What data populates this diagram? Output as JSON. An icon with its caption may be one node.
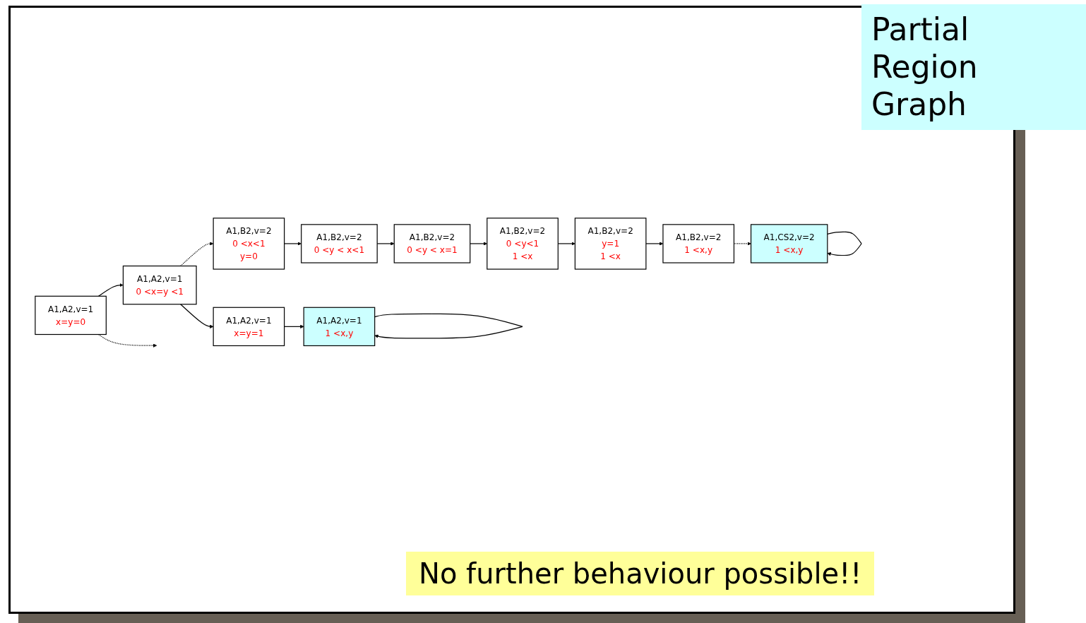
{
  "diagram": {
    "title": "Partial Region Graph",
    "nodes": [
      {
        "text": [
          "A1,A2,v=1",
          "x=y=0"
        ]
      },
      {
        "text": [
          "A1,A2,v=1",
          "0 <x=y <1"
        ]
      },
      {
        "text": [
          "A1,A2,v=1",
          "x=y=1"
        ]
      },
      {
        "text": [
          "A1,A2,v=1",
          "1 <x,y"
        ]
      },
      {
        "text": [
          "A1,B2,v=2",
          "0 <x<1",
          "y=0"
        ]
      },
      {
        "text": [
          "A1,B2,v=2",
          "0 <y < x<1"
        ]
      },
      {
        "text": [
          "A1,B2,v=2",
          "0 <y < x=1"
        ]
      },
      {
        "text": [
          "A1,B2,v=2",
          "0 <y<1",
          "1 <x"
        ]
      },
      {
        "text": [
          "A1,CS2,v=2",
          "1 <x,y"
        ]
      },
      {
        "text": [
          "A1,B2,v=2",
          "1 <x,y"
        ]
      },
      {
        "text": [
          "A1,B2,v=2",
          "y=1",
          "1 <x"
        ]
      }
    ],
    "edges": [
      {
        "from": 0,
        "to": 1,
        "arrow": "to"
      },
      {
        "from": 1,
        "to": 2,
        "arrow": "to"
      },
      {
        "from": 2,
        "to": 3,
        "arrow": "to"
      },
      {
        "from": 3,
        "to": 3,
        "arrow": "to"
      },
      {
        "from": 0,
        "to": null,
        "arrow": "to",
        "style": "dashed"
      },
      {
        "from": 1,
        "to": 4,
        "arrow": "to",
        "style": "dashed"
      },
      {
        "from": 4,
        "to": 5,
        "arrow": "to"
      },
      {
        "from": 5,
        "to": 6,
        "arrow": "to"
      },
      {
        "from": 6,
        "to": 7,
        "arrow": "to"
      },
      {
        "from": 7,
        "to": 10,
        "arrow": "to"
      },
      {
        "from": 10,
        "to": 9,
        "arrow": "to"
      },
      {
        "from": 9,
        "to": 8,
        "arrow": "to",
        "style": "dashed"
      },
      {
        "from": 8,
        "to": 8,
        "arrow": "to"
      }
    ],
    "labels": [
      "No further behaviour possible!!"
    ]
  }
}
